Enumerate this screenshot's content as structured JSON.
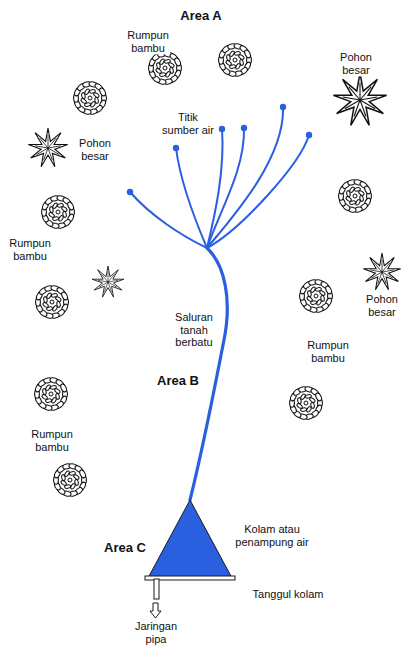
{
  "diagram": {
    "labels": [
      "Area A",
      "Rumpun bambu",
      "Pohon besar",
      "Titik sumber air",
      "Pohon besar",
      "Rumpun bambu",
      "Pohon besar",
      "Saluran tanah berbatu",
      "Rumpun bambu",
      "Area B",
      "Rumpun bambu",
      "Kolam atau penampung air",
      "Area C",
      "Tanggul kolam",
      "Jaringan pipa"
    ]
  }
}
